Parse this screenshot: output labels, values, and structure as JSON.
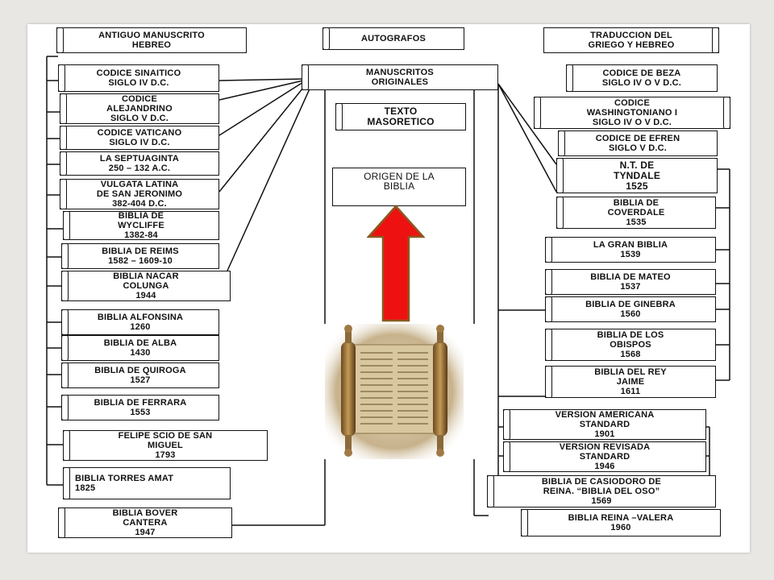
{
  "colors": {
    "arrow": "#ee1111",
    "arrow_outline": "#8a5a20",
    "ink": "#111111",
    "parchment": "#d9c8a2"
  },
  "icons": {
    "arrow": "red-up-arrow-icon",
    "scroll": "torah-scroll-icon"
  },
  "center": {
    "autografos": "AUTOGRAFOS",
    "manuscritos": [
      "MANUSCRITOS",
      "ORIGINALES"
    ],
    "texto": [
      "TEXTO",
      "MASORETICO"
    ],
    "origen": [
      "ORIGEN DE LA",
      "BIBLIA"
    ]
  },
  "left": {
    "header": [
      "ANTIGUO MANUSCRITO",
      "HEBREO"
    ],
    "items": [
      [
        "CODICE SINAITICO",
        "SIGLO IV D.C."
      ],
      [
        "CODICE",
        "ALEJANDRINO",
        "SIGLO V  D.C."
      ],
      [
        "CODICE VATICANO",
        "SIGLO IV  D.C."
      ],
      [
        "LA SEPTUAGINTA",
        "250 – 132 A.C."
      ],
      [
        "VULGATA LATINA",
        "DE SAN JERONIMO",
        "382-404 D.C."
      ],
      [
        "BIBLIA DE",
        "WYCLIFFE",
        "1382-84"
      ],
      [
        "BIBLIA DE REIMS",
        "1582 – 1609-10"
      ],
      [
        "BIBLIA  NACAR",
        "COLUNGA",
        "1944"
      ],
      [
        "BIBLIA ALFONSINA",
        "1260"
      ],
      [
        "BIBLIA DE ALBA",
        "1430"
      ],
      [
        "BIBLIA DE QUIROGA",
        "1527"
      ],
      [
        "BIBLIA DE FERRARA",
        "1553"
      ],
      [
        "FELIPE SCIO DE SAN",
        "MIGUEL",
        "1793"
      ],
      [
        "BIBLIA TORRES AMAT",
        "1825"
      ],
      [
        "BIBLIA BOVER",
        "CANTERA",
        "1947"
      ]
    ]
  },
  "right": {
    "header": [
      "TRADUCCION  DEL",
      "GRIEGO Y HEBREO"
    ],
    "items": [
      [
        "CODICE DE BEZA",
        "SIGLO IV  O V  D.C."
      ],
      [
        "CODICE",
        "WASHINGTONIANO I",
        "SIGLO IV  O V  D.C."
      ],
      [
        "CODICE DE EFREN",
        "SIGLO V  D.C."
      ],
      [
        "N.T.  DE",
        "TYNDALE",
        "1525"
      ],
      [
        "BIBLIA DE",
        "COVERDALE",
        "1535"
      ],
      [
        "LA GRAN BIBLIA",
        "1539"
      ],
      [
        "BIBLIA DE MATEO",
        "1537"
      ],
      [
        "BIBLIA DE GINEBRA",
        "1560"
      ],
      [
        "BIBLIA DE LOS",
        "OBISPOS",
        "1568"
      ],
      [
        "BIBLIA DEL REY",
        "JAIME",
        "1611"
      ],
      [
        "VERSION AMERICANA",
        "STANDARD",
        "1901"
      ],
      [
        "VERSION REVISADA",
        "STANDARD",
        "1946"
      ],
      [
        "BIBLIA  DE CASIODORO DE",
        "REINA. “BIBLIA DEL OSO”",
        "1569"
      ],
      [
        "BIBLIA  REINA –VALERA",
        "1960"
      ]
    ]
  }
}
